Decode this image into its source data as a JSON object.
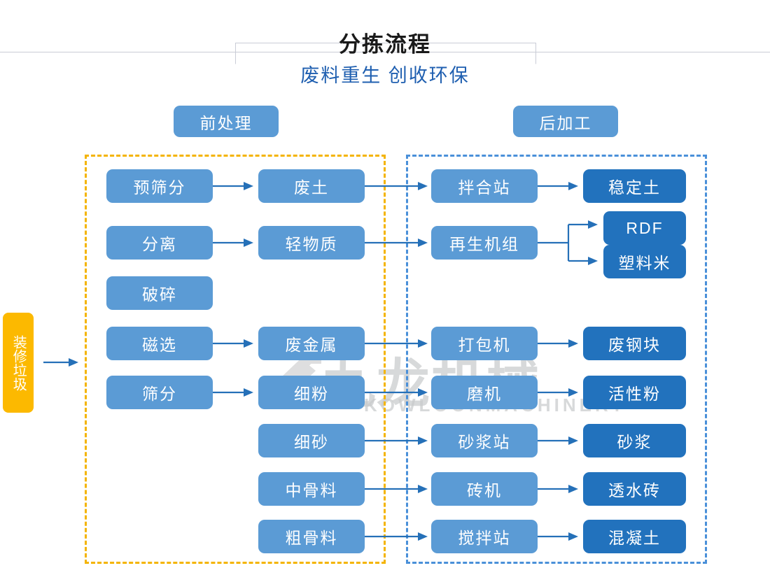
{
  "header": {
    "title": "分拣流程",
    "subtitle": "废料重生 创收环保"
  },
  "watermark": {
    "brand_cn": "九龙机械",
    "brand_en": "KOWLOONMACHINERY",
    "logo_name": "kowloon-logo-mark"
  },
  "sections": {
    "pre_label": "前处理",
    "post_label": "后加工",
    "pre_border_color": "#f4b400",
    "post_border_color": "#4a90d9"
  },
  "colors": {
    "process_box": "#5b9bd5",
    "product_box": "#2272bd",
    "input_box": "#fcb900",
    "arrow": "#2570b8",
    "title": "#1a1a1a",
    "subtitle": "#1f5fb0"
  },
  "input": {
    "label": "装修垃圾"
  },
  "nodes": {
    "col1": [
      {
        "label": "预筛分",
        "tone": "light"
      },
      {
        "label": "分离",
        "tone": "light"
      },
      {
        "label": "破碎",
        "tone": "light"
      },
      {
        "label": "磁选",
        "tone": "light"
      },
      {
        "label": "筛分",
        "tone": "light"
      }
    ],
    "col2": [
      {
        "label": "废土",
        "tone": "light"
      },
      {
        "label": "轻物质",
        "tone": "light"
      },
      {
        "label": "废金属",
        "tone": "light"
      },
      {
        "label": "细粉",
        "tone": "light"
      },
      {
        "label": "细砂",
        "tone": "light"
      },
      {
        "label": "中骨料",
        "tone": "light"
      },
      {
        "label": "粗骨料",
        "tone": "light"
      }
    ],
    "col3": [
      {
        "label": "拌合站",
        "tone": "light"
      },
      {
        "label": "再生机组",
        "tone": "light"
      },
      {
        "label": "打包机",
        "tone": "light"
      },
      {
        "label": "磨机",
        "tone": "light"
      },
      {
        "label": "砂浆站",
        "tone": "light"
      },
      {
        "label": "砖机",
        "tone": "light"
      },
      {
        "label": "搅拌站",
        "tone": "light"
      }
    ],
    "col4": [
      {
        "label": "稳定土",
        "tone": "dark"
      },
      {
        "label": "RDF",
        "tone": "dark"
      },
      {
        "label": "塑料米",
        "tone": "dark"
      },
      {
        "label": "废钢块",
        "tone": "dark"
      },
      {
        "label": "活性粉",
        "tone": "dark"
      },
      {
        "label": "砂浆",
        "tone": "dark"
      },
      {
        "label": "透水砖",
        "tone": "dark"
      },
      {
        "label": "混凝土",
        "tone": "dark"
      }
    ]
  },
  "chart_data": {
    "type": "diagram",
    "title": "分拣流程",
    "subtitle": "废料重生 创收环保",
    "flows": [
      {
        "from": "装修垃圾",
        "to": "前处理"
      },
      {
        "from": "预筛分",
        "to": "废土"
      },
      {
        "from": "分离",
        "to": "轻物质"
      },
      {
        "from": "磁选",
        "to": "废金属"
      },
      {
        "from": "筛分",
        "to": "细粉"
      },
      {
        "from": "废土",
        "to": "拌合站"
      },
      {
        "from": "轻物质",
        "to": "再生机组"
      },
      {
        "from": "废金属",
        "to": "打包机"
      },
      {
        "from": "细粉",
        "to": "磨机"
      },
      {
        "from": "细砂",
        "to": "砂浆站"
      },
      {
        "from": "中骨料",
        "to": "砖机"
      },
      {
        "from": "粗骨料",
        "to": "搅拌站"
      },
      {
        "from": "拌合站",
        "to": "稳定土"
      },
      {
        "from": "再生机组",
        "to": "RDF"
      },
      {
        "from": "再生机组",
        "to": "塑料米"
      },
      {
        "from": "打包机",
        "to": "废钢块"
      },
      {
        "from": "磨机",
        "to": "活性粉"
      },
      {
        "from": "砂浆站",
        "to": "砂浆"
      },
      {
        "from": "砖机",
        "to": "透水砖"
      },
      {
        "from": "搅拌站",
        "to": "混凝土"
      }
    ]
  }
}
